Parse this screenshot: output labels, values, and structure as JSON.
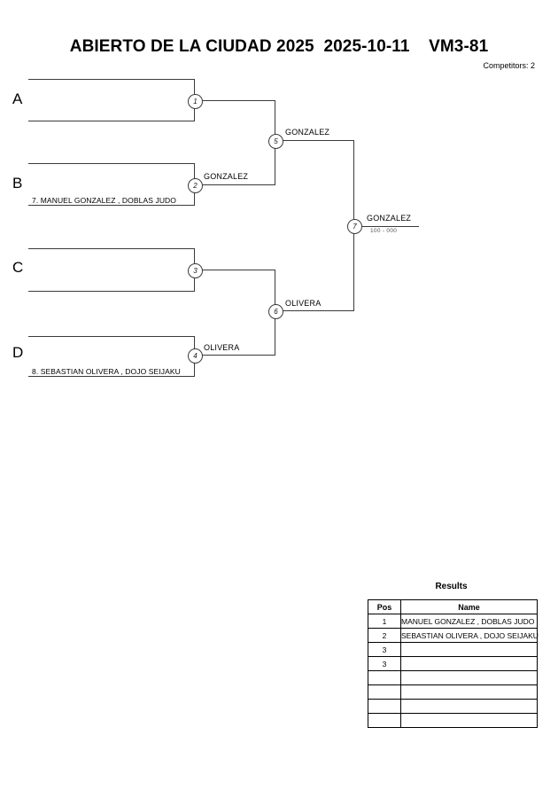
{
  "header": {
    "title": "ABIERTO DE LA CIUDAD 2025  2025-10-11    VM3-81",
    "event_name": "ABIERTO DE LA CIUDAD 2025",
    "date": "2025-10-11",
    "category": "VM3-81",
    "competitors_label": "Competitors: 2"
  },
  "bracket": {
    "groups": [
      {
        "letter": "A"
      },
      {
        "letter": "B"
      },
      {
        "letter": "C"
      },
      {
        "letter": "D"
      }
    ],
    "entries": [
      {
        "group": "B",
        "text": "7. MANUEL GONZALEZ , DOBLAS JUDO"
      },
      {
        "group": "D",
        "text": "8. SEBASTIAN OLIVERA , DOJO SEIJAKU"
      }
    ],
    "matches": [
      {
        "number": "1",
        "winner": ""
      },
      {
        "number": "2",
        "winner": "GONZALEZ"
      },
      {
        "number": "3",
        "winner": ""
      },
      {
        "number": "4",
        "winner": "OLIVERA"
      },
      {
        "number": "5",
        "winner": "GONZALEZ"
      },
      {
        "number": "6",
        "winner": "OLIVERA"
      },
      {
        "number": "7",
        "winner": "GONZALEZ",
        "score": "100 - 000"
      }
    ]
  },
  "results": {
    "title": "Results",
    "columns": [
      "Pos",
      "Name"
    ],
    "rows": [
      {
        "pos": "1",
        "name": "MANUEL GONZALEZ    , DOBLAS JUDO"
      },
      {
        "pos": "2",
        "name": "SEBASTIAN OLIVERA , DOJO SEIJAKU"
      },
      {
        "pos": "3",
        "name": ""
      },
      {
        "pos": "3",
        "name": ""
      },
      {
        "pos": "",
        "name": ""
      },
      {
        "pos": "",
        "name": ""
      },
      {
        "pos": "",
        "name": ""
      },
      {
        "pos": "",
        "name": ""
      }
    ]
  }
}
